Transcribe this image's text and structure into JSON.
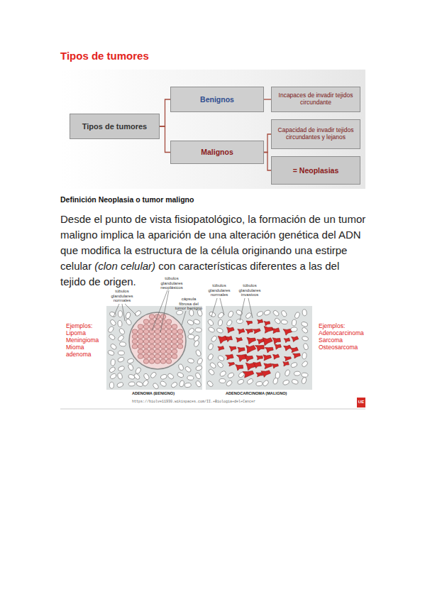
{
  "diagram": {
    "title": "Tipos de tumores",
    "nodes": [
      {
        "text": [
          "Tipos de tumores"
        ]
      },
      {
        "text": [
          "Benignos"
        ]
      },
      {
        "text": [
          "Malignos"
        ]
      },
      {
        "text": [
          "Incapaces de invadir tejidos circundante"
        ]
      },
      {
        "text": [
          "Capacidad de invadir tejidos circundantes y lejanos"
        ]
      },
      {
        "text": [
          "= Neoplasias"
        ]
      }
    ],
    "edges": [
      {
        "from": 0,
        "to": 1,
        "arrow": "none"
      },
      {
        "from": 0,
        "to": 2,
        "arrow": "none"
      },
      {
        "from": 1,
        "to": 3,
        "arrow": "none"
      },
      {
        "from": 2,
        "to": 4,
        "arrow": "none"
      },
      {
        "from": 2,
        "to": 5,
        "arrow": "none"
      }
    ],
    "labels": [
      "Definición Neoplasia o tumor maligno",
      "Desde el punto de vista fisiopatológico, la formación de un tumor maligno implica la aparición de una alteración genética del ADN que modifica la estructura de la célula originando una estirpe celular",
      "(clon celular)",
      "con características diferentes a las del tejido de origen.",
      "Ejemplos:",
      "Lipoma",
      "Meningioma",
      "Mioma",
      "adenoma",
      "Ejemplos:",
      "Adenocarcinoma",
      "Sarcoma",
      "Osteosarcoma",
      "túbulos glandulares normales",
      "túbulos glandulares neoplásicos",
      "cápsula fibrosa del tumor benigno",
      "túbulos glandulares normales",
      "túbulos glandulares invasivos",
      "ADENOMA (BENIGNO)",
      "ADENOCARCINOMA (MALIGNO)",
      "https://biolve11930.wikispaces.com/II.+Biologia+del+Cancer",
      "UE"
    ]
  }
}
